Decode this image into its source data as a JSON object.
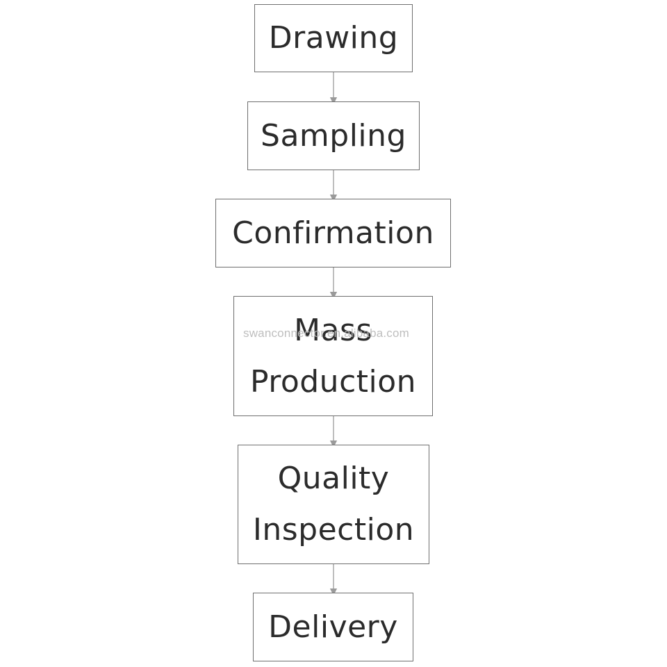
{
  "flow": {
    "steps": [
      {
        "label": "Drawing"
      },
      {
        "label": "Sampling"
      },
      {
        "label": "Confirmation"
      },
      {
        "label": "Mass\nProduction"
      },
      {
        "label": "Quality\nInspection"
      },
      {
        "label": "Delivery"
      }
    ]
  },
  "watermark": {
    "text": "swanconnector.en.alibaba.com"
  },
  "colors": {
    "box_border": "#6e6e6e",
    "text": "#2b2b2b",
    "arrow": "#9a9a9a",
    "background": "#ffffff"
  }
}
